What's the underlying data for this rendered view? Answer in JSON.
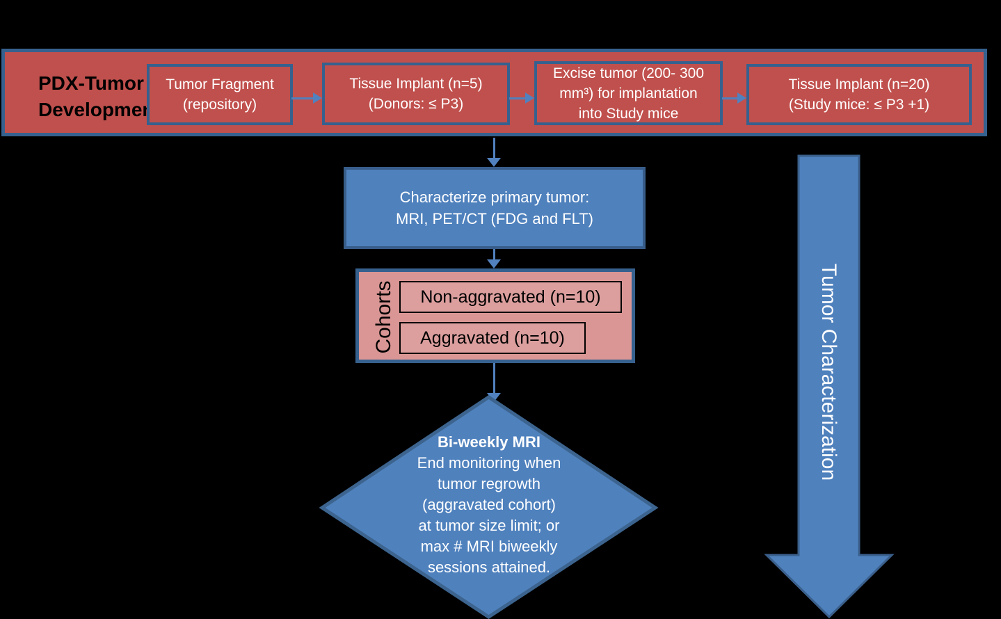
{
  "colors": {
    "background": "#000000",
    "red_fill": "#C0504D",
    "blue_fill": "#4F81BD",
    "pink_fill": "#D99694",
    "pink_inner_fill": "#DC9F9E",
    "border_blue": "#36618F",
    "connector_blue": "#5181BE",
    "text_white": "#FFFFFF",
    "text_black": "#000000"
  },
  "banner": {
    "label": "PDX-Tumor\nDevelopment",
    "steps": [
      {
        "text": "Tumor Fragment\n(repository)"
      },
      {
        "text": "Tissue Implant (n=5)\n(Donors: ≤ P3)"
      },
      {
        "text": "Excise tumor (200- 300\nmm³) for implantation\ninto Study mice"
      },
      {
        "text": "Tissue Implant (n=20)\n(Study mice: ≤ P3 +1)"
      }
    ]
  },
  "characterize_box": {
    "text": "Characterize primary tumor:\nMRI, PET/CT (FDG and FLT)"
  },
  "cohorts": {
    "label": "Cohorts",
    "items": [
      "Non-aggravated (n=10)",
      "Aggravated (n=10)"
    ]
  },
  "decision": {
    "title": "Bi-weekly MRI",
    "lines": [
      "End monitoring when",
      "tumor regrowth",
      "(aggravated cohort)",
      "at tumor size limit; or",
      "max # MRI biweekly",
      "sessions attained."
    ]
  },
  "side_arrow": {
    "label": "Tumor Characterization"
  }
}
